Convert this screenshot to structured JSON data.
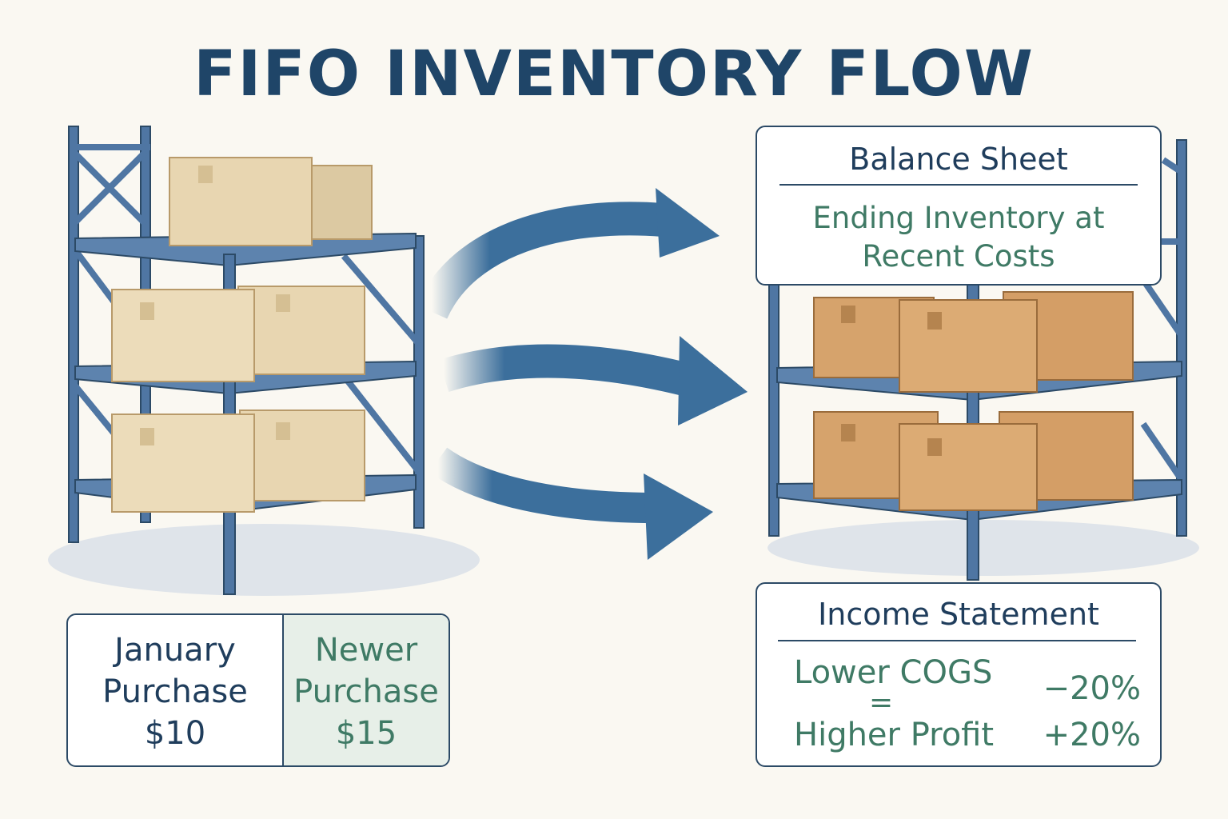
{
  "title": "FIFO INVENTORY FLOW",
  "purchases": {
    "january": {
      "label_line1": "January",
      "label_line2": "Purchase",
      "price": "$10"
    },
    "newer": {
      "label_line1": "Newer",
      "label_line2": "Purchase",
      "price": "$15"
    }
  },
  "balance_sheet": {
    "heading": "Balance Sheet",
    "line1": "Ending Inventory at",
    "line2": "Recent Costs"
  },
  "income_statement": {
    "heading": "Income Statement",
    "row1_label": "Lower COGS",
    "row1_value": "−20%",
    "equals": "=",
    "row2_label": "Higher Profit",
    "row2_value": "+20%"
  },
  "colors": {
    "navy": "#1f4568",
    "shelf_blue": "#4f76a3",
    "arrow_blue": "#3c6f9c",
    "old_box": "#e8d6b1",
    "new_box": "#d6a36c",
    "green_text": "#3f7a65",
    "newer_cell_bg": "#e7efe8"
  }
}
